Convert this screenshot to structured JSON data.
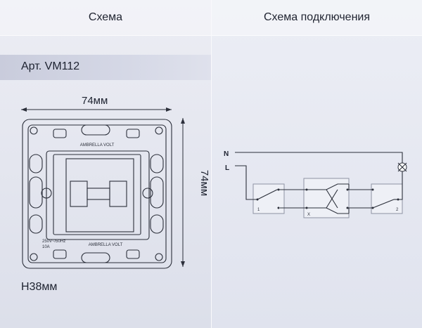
{
  "headers": {
    "left": "Схема",
    "right": "Схема подключения"
  },
  "left": {
    "article": "Арт. VM112",
    "width_dim": "74мм",
    "height_dim": "74мм",
    "depth": "H38мм",
    "device": {
      "brand_top": "AMBRELLA VOLT",
      "brand_bottom": "AMBRELLA VOLT",
      "rating_line1": "250V~/50Hz",
      "rating_line2": "10A"
    }
  },
  "right": {
    "wire_n": "N",
    "wire_l": "L",
    "switch1_label": "1",
    "cross_label": "X",
    "switch2_label": "2"
  }
}
